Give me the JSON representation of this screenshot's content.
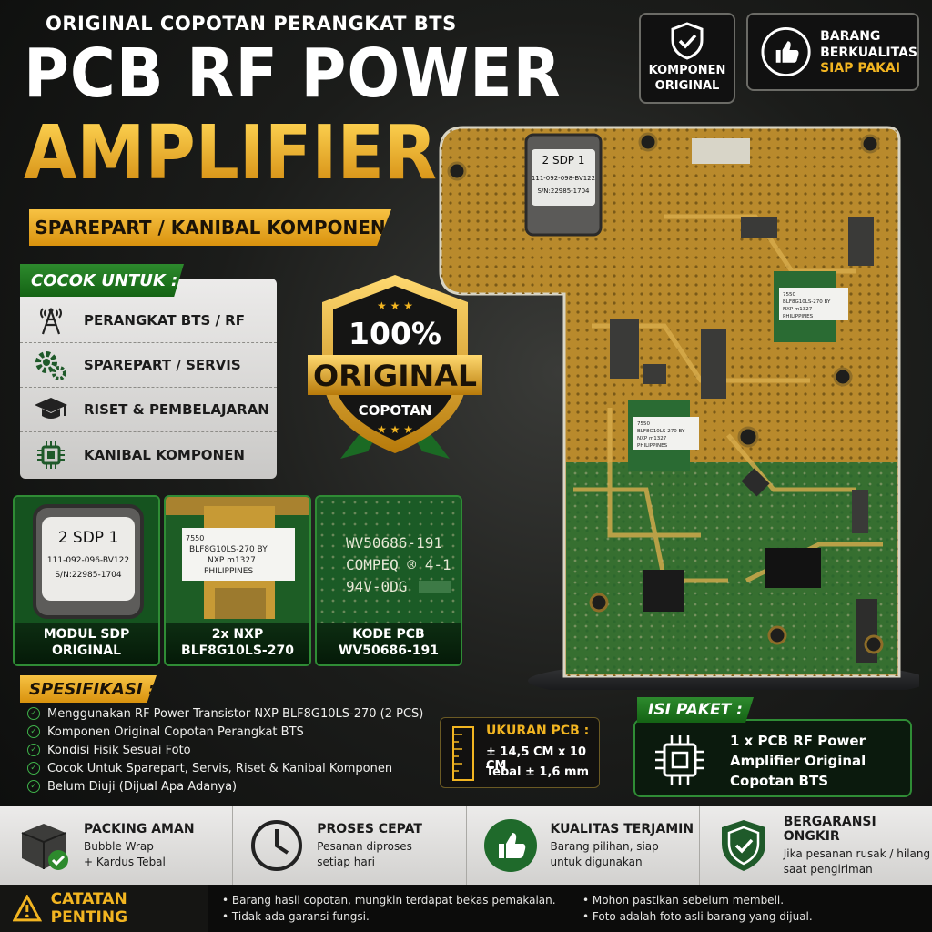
{
  "header": {
    "top_line": "ORIGINAL COPOTAN PERANGKAT BTS",
    "title_line1": "PCB RF POWER",
    "title_line2": "AMPLIFIER",
    "sub_banner": "SPAREPART / KANIBAL KOMPONEN"
  },
  "badges": {
    "komponen_original": "KOMPONEN ORIGINAL",
    "barang_line1": "BARANG",
    "barang_line2": "BERKUALITAS",
    "barang_line3": "SIAP PAKAI"
  },
  "cocok": {
    "tag": "COCOK UNTUK :",
    "items": [
      {
        "label": "PERANGKAT BTS / RF",
        "icon": "antenna-tower-icon"
      },
      {
        "label": "SPAREPART / SERVIS",
        "icon": "gears-icon"
      },
      {
        "label": "RISET & PEMBELAJARAN",
        "icon": "graduation-cap-icon"
      },
      {
        "label": "KANIBAL KOMPONEN",
        "icon": "chip-icon"
      }
    ]
  },
  "seal": {
    "percent": "100%",
    "original": "ORIGINAL",
    "copotan": "COPOTAN"
  },
  "photos": [
    {
      "cap1": "MODUL SDP",
      "cap2": "ORIGINAL",
      "label_a": "2 SDP 1",
      "label_b": "111-092-096-BV122",
      "label_c": "S/N:22985-1704"
    },
    {
      "cap1": "2x NXP",
      "cap2": "BLF8G10LS-270",
      "label_a": "7550",
      "label_b": "BLF8G10LS-270 BY",
      "label_c": "NXP m1327",
      "label_d": "PHILIPPINES"
    },
    {
      "cap1": "KODE PCB",
      "cap2": "WV50686-191",
      "label_a": "WV50686-191",
      "label_b": "COMPEQ ® 4-1",
      "label_c": "94V-0DG"
    }
  ],
  "board": {
    "sdp_a": "2 SDP 1",
    "sdp_b": "111-092-098-BV122",
    "sdp_c": "S/N:22985-1704",
    "chip1_a": "7550",
    "chip1_b": "BLF8G10LS-270 BY",
    "chip1_c": "NXP m1327",
    "chip1_d": "PHILIPPINES",
    "chip2_a": "7550",
    "chip2_b": "BLF8G10LS-270 BY",
    "chip2_c": "NXP m1327",
    "chip2_d": "PHILIPPINES"
  },
  "spesifikasi": {
    "tag": "SPESIFIKASI :",
    "items": [
      "Menggunakan RF Power Transistor NXP BLF8G10LS-270 (2 PCS)",
      "Komponen Original Copotan Perangkat BTS",
      "Kondisi Fisik Sesuai Foto",
      "Cocok Untuk Sparepart, Servis, Riset & Kanibal Komponen",
      "Belum Diuji (Dijual Apa Adanya)"
    ]
  },
  "ukuran": {
    "title": "UKURAN PCB :",
    "line1": "± 14,5 CM x 10 CM",
    "line2": "Tebal ± 1,6 mm"
  },
  "isi_paket": {
    "tag": "ISI PAKET :",
    "line1": "1 x PCB RF Power",
    "line2": "Amplifier Original",
    "line3": "Copotan BTS"
  },
  "features": [
    {
      "title": "PACKING AMAN",
      "d1": "Bubble Wrap",
      "d2": "+ Kardus Tebal",
      "icon": "package-icon"
    },
    {
      "title": "PROSES CEPAT",
      "d1": "Pesanan diproses",
      "d2": "setiap hari",
      "icon": "clock-icon"
    },
    {
      "title": "KUALITAS TERJAMIN",
      "d1": "Barang pilihan, siap",
      "d2": "untuk digunakan",
      "icon": "thumbs-up-icon"
    },
    {
      "title": "BERGARANSI ONGKIR",
      "d1": "Jika pesanan rusak / hilang",
      "d2": "saat pengiriman",
      "icon": "shield-check-icon"
    }
  ],
  "catatan": {
    "title": "CATATAN PENTING",
    "n1": "• Barang hasil copotan, mungkin terdapat bekas pemakaian.",
    "n2": "• Tidak ada garansi fungsi.",
    "n3": "• Mohon pastikan sebelum membeli.",
    "n4": "• Foto adalah foto asli barang yang dijual."
  },
  "colors": {
    "gold": "#f2b521",
    "green": "#2d8a2d",
    "pcb_gold": "#b98a2c",
    "pcb_green": "#1f6a31"
  }
}
